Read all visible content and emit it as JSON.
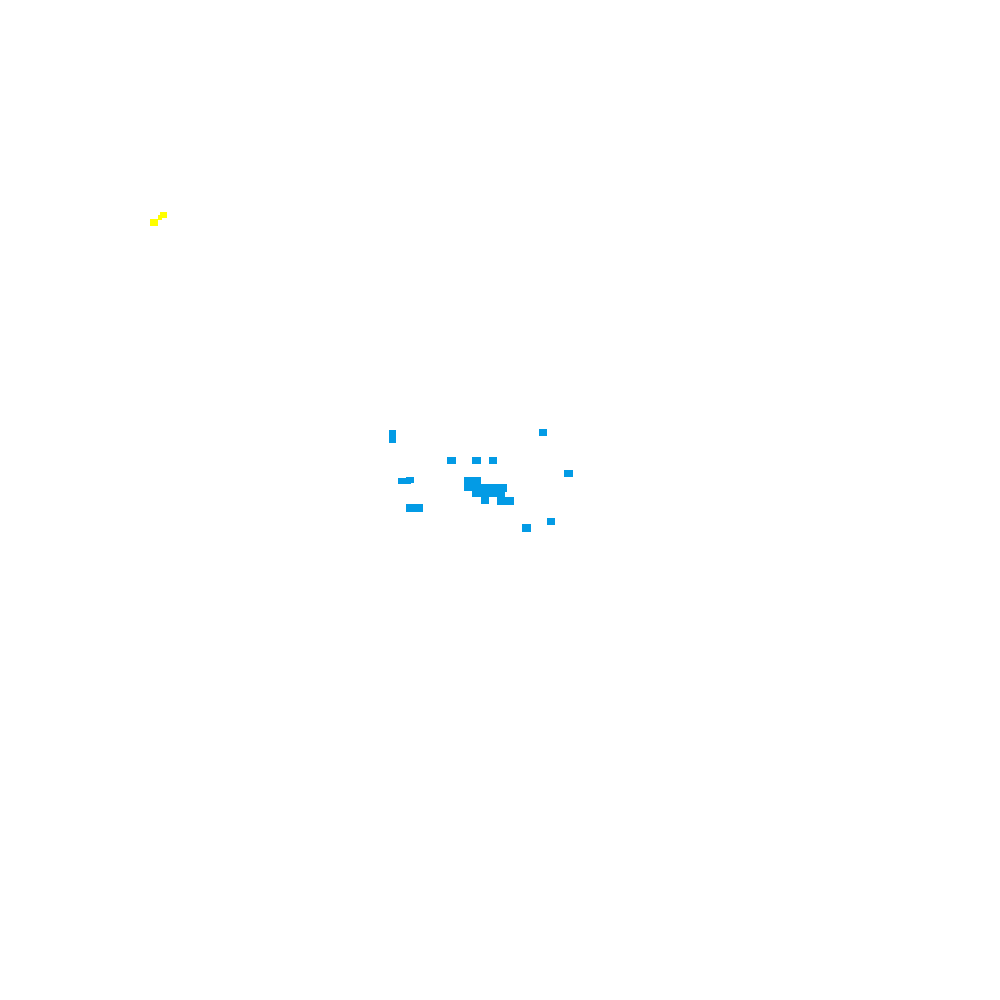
{
  "canvas": {
    "background_color": "#ffffff",
    "palette": {
      "blue": "#039be5",
      "yellow": "#ffff00"
    },
    "marks": [
      {
        "color": "yellow"
      },
      {
        "color": "yellow"
      },
      {
        "color": "yellow"
      },
      {
        "color": "blue"
      },
      {
        "color": "blue"
      },
      {
        "color": "blue"
      },
      {
        "color": "blue"
      },
      {
        "color": "blue"
      },
      {
        "color": "blue"
      },
      {
        "color": "blue"
      },
      {
        "color": "blue"
      },
      {
        "color": "blue"
      },
      {
        "color": "blue"
      },
      {
        "color": "blue"
      },
      {
        "color": "blue"
      },
      {
        "color": "blue"
      },
      {
        "color": "blue"
      },
      {
        "color": "blue"
      },
      {
        "color": "blue"
      },
      {
        "color": "blue"
      },
      {
        "color": "blue"
      },
      {
        "color": "blue"
      },
      {
        "color": "blue"
      },
      {
        "color": "blue"
      },
      {
        "color": "blue"
      },
      {
        "color": "blue"
      },
      {
        "color": "blue"
      },
      {
        "color": "blue"
      },
      {
        "color": "blue"
      },
      {
        "color": "blue"
      }
    ]
  }
}
